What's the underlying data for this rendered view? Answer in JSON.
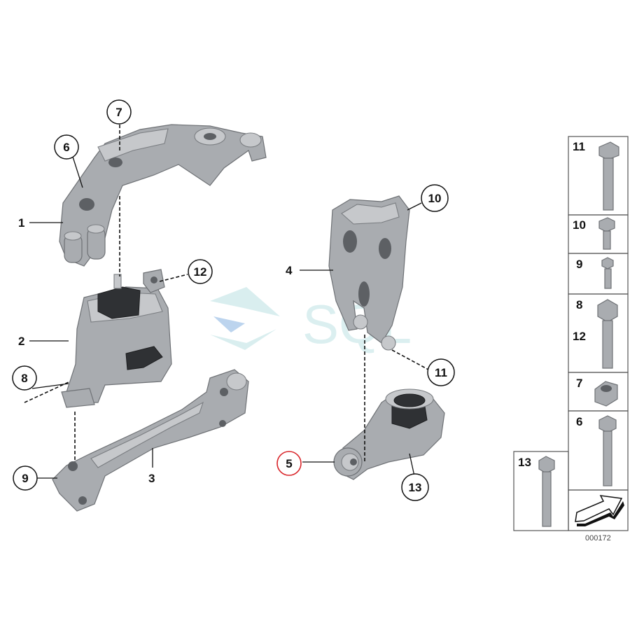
{
  "callouts": {
    "c1": "1",
    "c2": "2",
    "c3": "3",
    "c4": "4",
    "c5": "5",
    "c6": "6",
    "c7": "7",
    "c8": "8",
    "c9": "9",
    "c10": "10",
    "c11": "11",
    "c12": "12",
    "c13": "13"
  },
  "table": {
    "rows": [
      {
        "label": "11"
      },
      {
        "label": "10"
      },
      {
        "label": "9"
      },
      {
        "label": "8"
      },
      {
        "label": "12"
      },
      {
        "label": "7"
      },
      {
        "label": "6"
      },
      {
        "label": "13"
      }
    ]
  },
  "watermark": "SQL",
  "diagram_number": "000172",
  "colors": {
    "highlight_ring": "#d9252a",
    "watermark": "#bfe3e4",
    "metal": "#a9acb0"
  }
}
